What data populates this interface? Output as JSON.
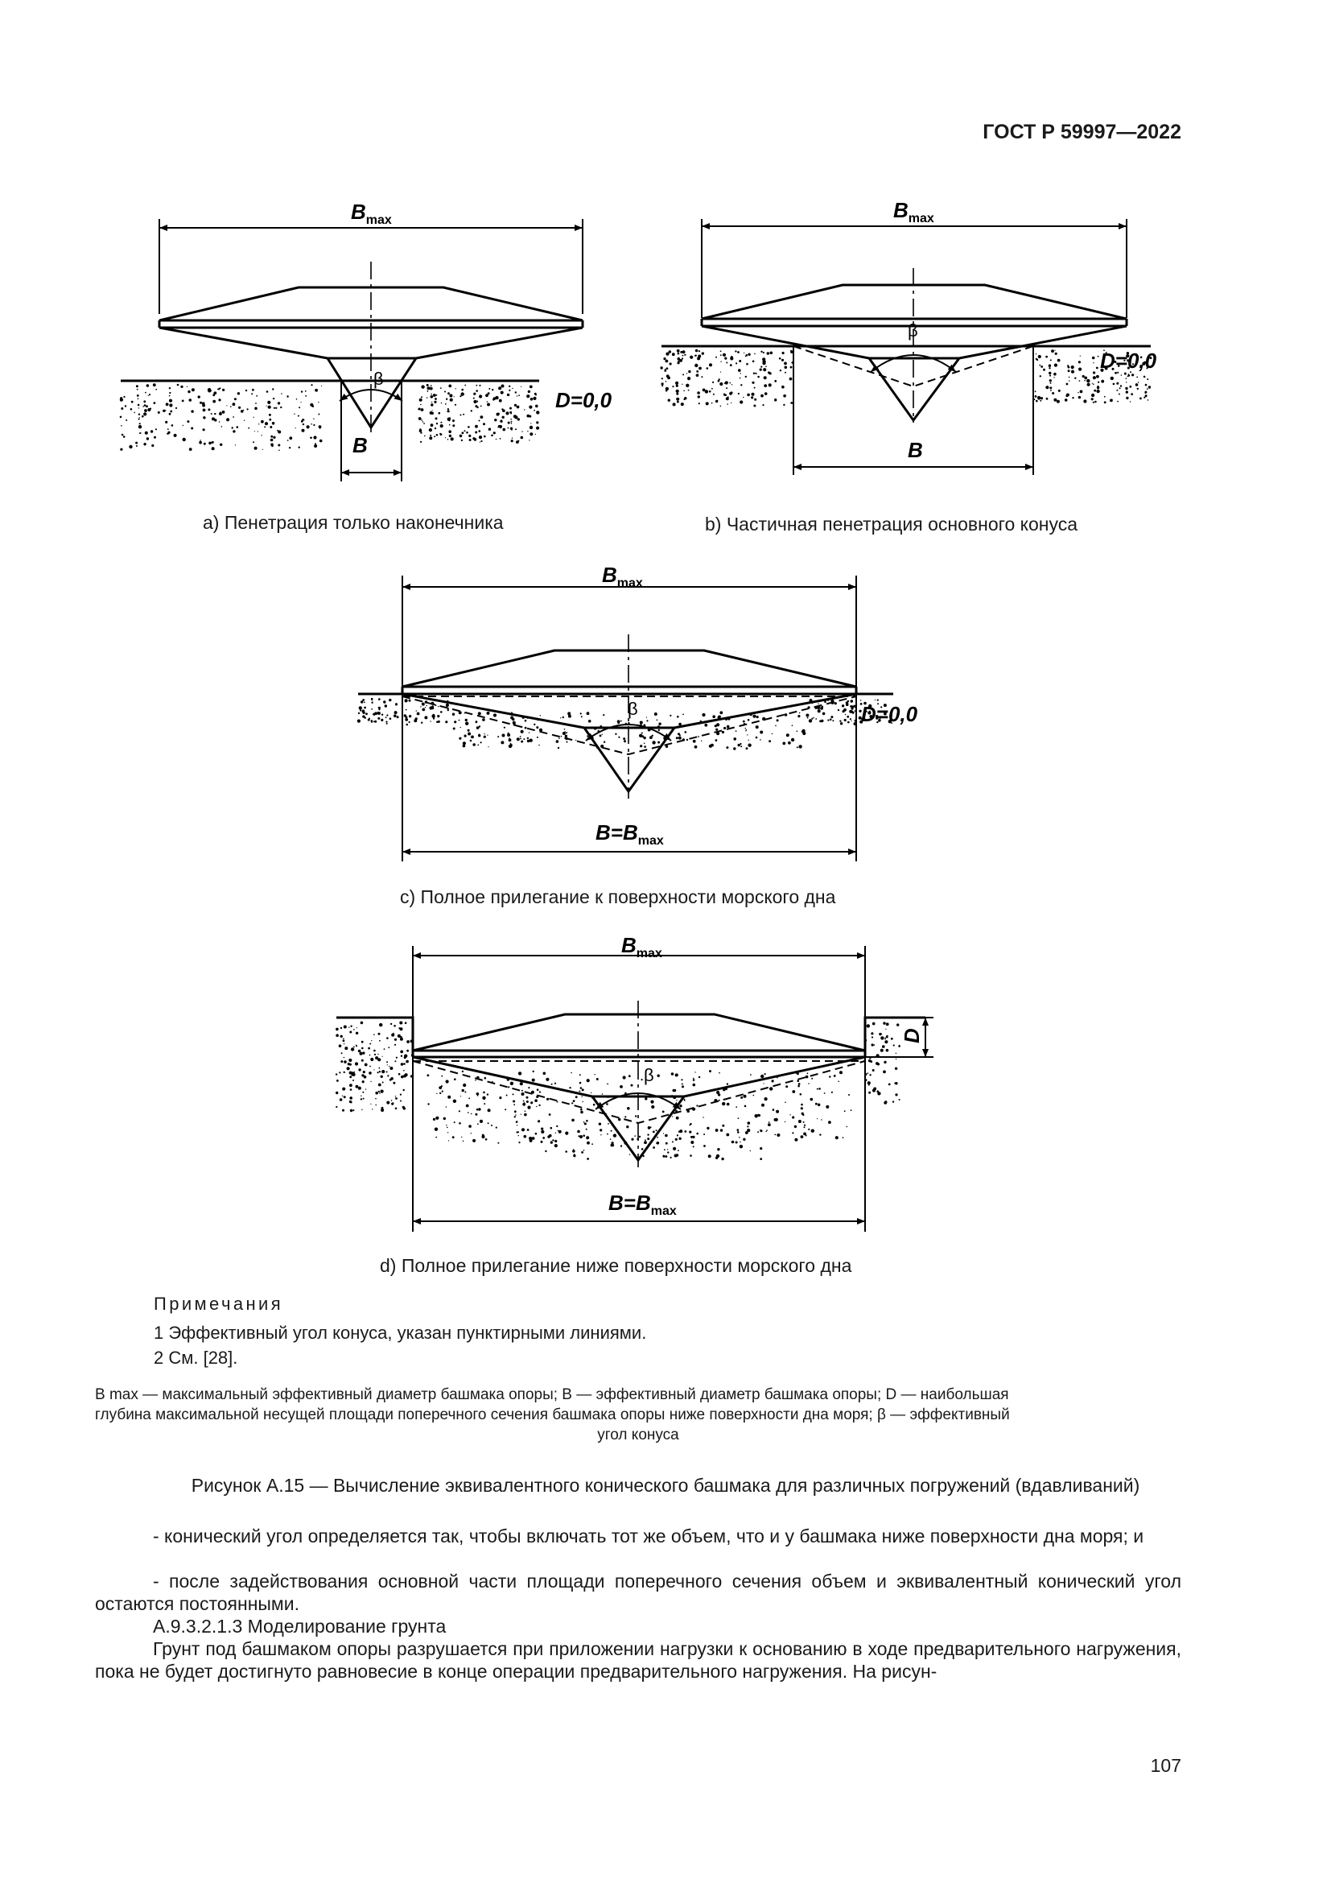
{
  "header": {
    "doc_code": "ГОСТ Р 59997—2022"
  },
  "figures": {
    "labels": {
      "bmax_main": "B",
      "bmax_sub": "max",
      "b": "B",
      "d_eq": "D=0,0",
      "d": "D",
      "b_eq_main": "B=B",
      "beta": "β"
    },
    "captions": {
      "a": "a) Пенетрация только наконечника",
      "b": "b) Частичная пенетрация основного конуса",
      "c": "c) Полное прилегание к поверхности морского дна",
      "d": "d) Полное прилегание ниже поверхности морского дна"
    }
  },
  "notes": {
    "title": "Примечания",
    "items": [
      "1  Эффективный угол конуса, указан пунктирными линиями.",
      "2  См. [28]."
    ]
  },
  "legend": {
    "line1": "B max — максимальный эффективный диаметр башмака опоры; B — эффективный диаметр башмака опоры; D — наибольшая",
    "line2": "глубина максимальной несущей площади поперечного сечения башмака опоры ниже поверхности дна моря; β — эффективный",
    "line3": "угол конуса"
  },
  "figure_caption": "Рисунок А.15 — Вычисление эквивалентного конического башмака для различных погружений (вдавливаний)",
  "paragraphs": [
    "- конический угол определяется так, чтобы включать тот же объем, что и у башмака ниже поверхности дна моря; и",
    "- после задействования основной части площади поперечного сечения объем и эквивалентный конический угол остаются постоянными.",
    "А.9.3.2.1.3 Моделирование грунта",
    "Грунт под башмаком опоры разрушается при приложении нагрузки к основанию в ходе предварительного нагружения, пока не будет достигнуто равновесие в конце операции предварительного нагружения. На рисун-"
  ],
  "page_number": "107"
}
